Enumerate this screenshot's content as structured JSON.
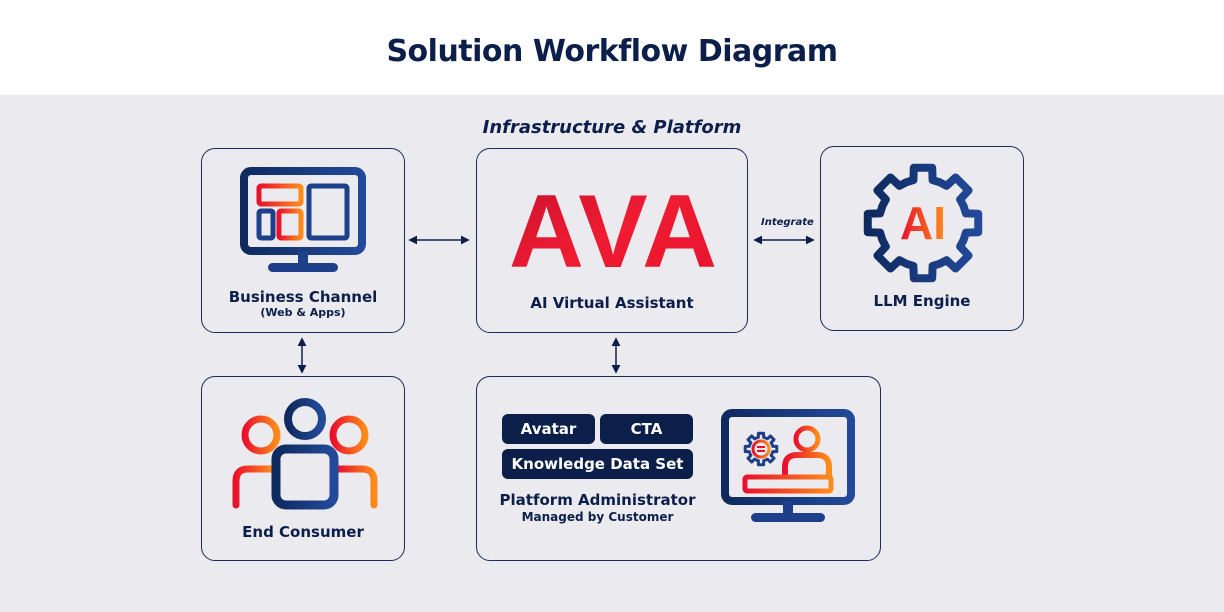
{
  "title": "Solution Workflow Diagram",
  "section_title": "Infrastructure & Platform",
  "colors": {
    "navy": "#0c1f4a",
    "icon_blue": "#1e3f8a",
    "red": "#e8112d",
    "orange": "#ff8c1a",
    "background_band": "#ebebef"
  },
  "nodes": {
    "business_channel": {
      "label": "Business Channel",
      "sublabel": "(Web & Apps)",
      "icon": "monitor-dashboard-icon"
    },
    "ava": {
      "logo": "AVA",
      "label": "AI Virtual Assistant"
    },
    "llm": {
      "label": "LLM Engine",
      "icon": "gear-ai-icon",
      "icon_text": "AI"
    },
    "end_consumer": {
      "label": "End Consumer",
      "icon": "users-group-icon"
    },
    "platform_admin": {
      "chips": [
        "Avatar",
        "CTA",
        "Knowledge Data Set"
      ],
      "label": "Platform Administrator",
      "sublabel": "Managed by Customer",
      "icon": "admin-monitor-icon"
    }
  },
  "edges": [
    {
      "from": "Business Channel",
      "to": "AI Virtual Assistant",
      "direction": "bidirectional",
      "label": ""
    },
    {
      "from": "AI Virtual Assistant",
      "to": "LLM Engine",
      "direction": "bidirectional",
      "label": "Integrate"
    },
    {
      "from": "Business Channel",
      "to": "End Consumer",
      "direction": "bidirectional",
      "label": ""
    },
    {
      "from": "AI Virtual Assistant",
      "to": "Platform Administrator",
      "direction": "bidirectional",
      "label": ""
    }
  ]
}
